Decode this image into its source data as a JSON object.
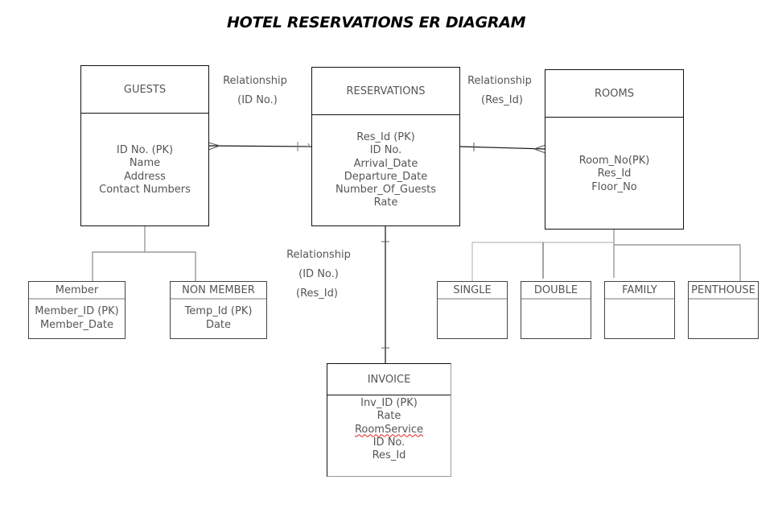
{
  "title": "HOTEL RESERVATIONS ER DIAGRAM",
  "entities": {
    "guests": {
      "name": "GUESTS",
      "attributes": [
        "ID No. (PK)",
        "Name",
        "Address",
        "Contact Numbers"
      ]
    },
    "reservations": {
      "name": "RESERVATIONS",
      "attributes": [
        "Res_Id (PK)",
        "ID No.",
        "Arrival_Date",
        "Departure_Date",
        "Number_Of_Guests",
        "Rate"
      ]
    },
    "rooms": {
      "name": "ROOMS",
      "attributes": [
        "Room_No(PK)",
        "Res_Id",
        "Floor_No"
      ]
    },
    "member": {
      "name": "Member",
      "attributes": [
        "Member_ID (PK)",
        "Member_Date"
      ]
    },
    "non_member": {
      "name": "NON MEMBER",
      "attributes": [
        "Temp_Id (PK)",
        "Date"
      ]
    },
    "single": {
      "name": "SINGLE",
      "attributes": []
    },
    "double": {
      "name": "DOUBLE",
      "attributes": []
    },
    "family": {
      "name": "FAMILY",
      "attributes": []
    },
    "penthouse": {
      "name": "PENTHOUSE",
      "attributes": []
    },
    "invoice": {
      "name": "INVOICE",
      "attributes": [
        "Inv_ID (PK)",
        "Rate",
        "RoomService",
        "ID No.",
        "Res_Id"
      ]
    }
  },
  "relationships": {
    "guests_reservations": {
      "label": "Relationship",
      "key": "(ID No.)",
      "from": "GUESTS",
      "to": "RESERVATIONS",
      "from_cardinality": "many",
      "to_cardinality": "one"
    },
    "reservations_rooms": {
      "label": "Relationship",
      "key": "(Res_Id)",
      "from": "RESERVATIONS",
      "to": "ROOMS",
      "from_cardinality": "one",
      "to_cardinality": "many"
    },
    "reservations_invoice": {
      "label": "Relationship",
      "key1": "(ID No.)",
      "key2": "(Res_Id)",
      "from": "RESERVATIONS",
      "to": "INVOICE",
      "from_cardinality": "one",
      "to_cardinality": "one"
    }
  },
  "colors": {
    "line": "#111111",
    "text": "#555555",
    "light_line": "#999999",
    "spell_underline": "#dd2222"
  }
}
